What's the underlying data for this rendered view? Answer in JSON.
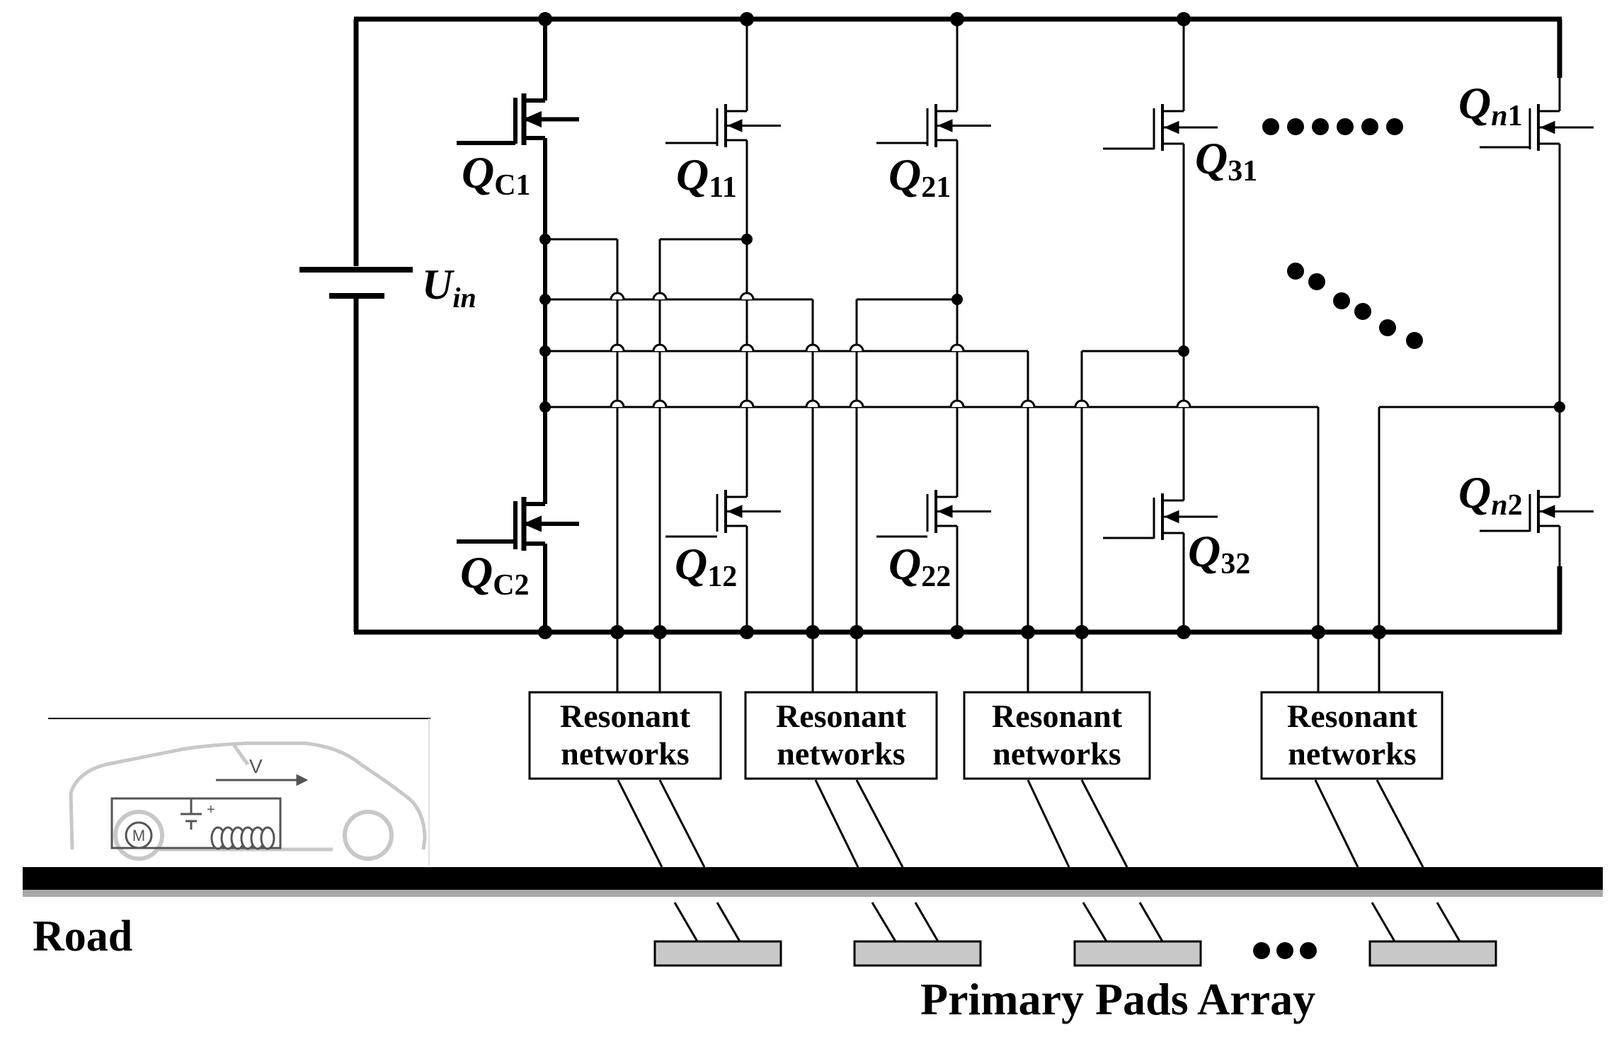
{
  "source": {
    "label_main": "U",
    "label_sub": "in"
  },
  "switches": [
    {
      "id": "QC1",
      "main": "Q",
      "sub": "C1"
    },
    {
      "id": "QC2",
      "main": "Q",
      "sub": "C2"
    },
    {
      "id": "Q11",
      "main": "Q",
      "sub": "11"
    },
    {
      "id": "Q12",
      "main": "Q",
      "sub": "12"
    },
    {
      "id": "Q21",
      "main": "Q",
      "sub": "21"
    },
    {
      "id": "Q22",
      "main": "Q",
      "sub": "22"
    },
    {
      "id": "Q31",
      "main": "Q",
      "sub": "31"
    },
    {
      "id": "Q32",
      "main": "Q",
      "sub": "32"
    },
    {
      "id": "Qn1",
      "main": "Q",
      "sub_italic": "n",
      "sub": "1"
    },
    {
      "id": "Qn2",
      "main": "Q",
      "sub_italic": "n",
      "sub": "2"
    }
  ],
  "resonant_networks": [
    {
      "line1": "Resonant",
      "line2": "networks"
    },
    {
      "line1": "Resonant",
      "line2": "networks"
    },
    {
      "line1": "Resonant",
      "line2": "networks"
    },
    {
      "line1": "Resonant",
      "line2": "networks"
    }
  ],
  "road_label": "Road",
  "pads_label": "Primary Pads Array",
  "vehicle": {
    "velocity_label": "V",
    "motor_label": "M"
  }
}
